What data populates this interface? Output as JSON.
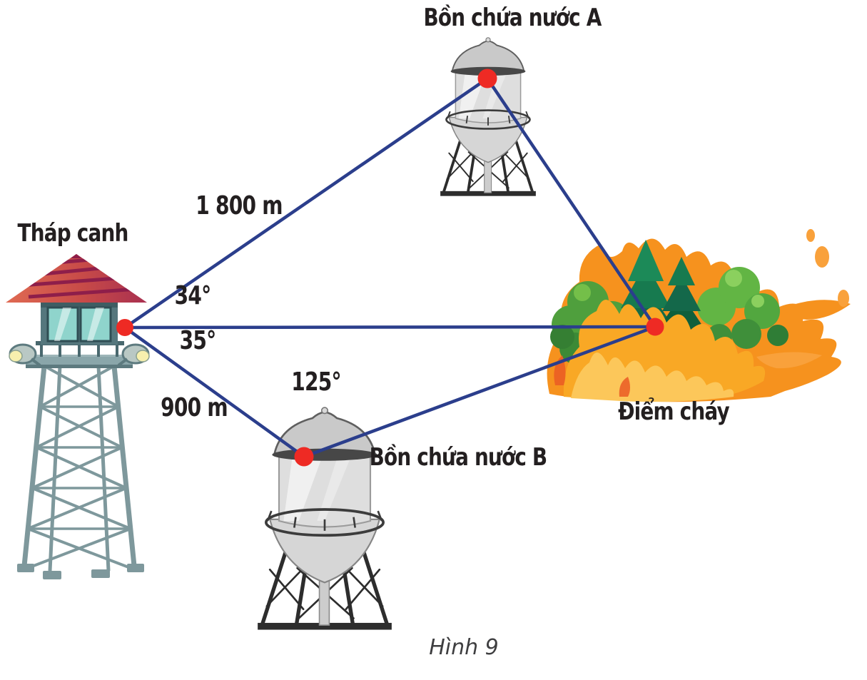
{
  "figure": {
    "caption": "Hình 9"
  },
  "labels": {
    "watchtower": "Tháp canh",
    "tank_a": "Bồn chứa nước A",
    "tank_b": "Bồn chứa nước B",
    "fire_point": "Điểm cháy"
  },
  "measurements": {
    "tower_to_tank_a_distance": "1 800 m",
    "tower_to_tank_b_distance": "900 m",
    "angle_at_tower_to_tank_a": "34°",
    "angle_at_tower_to_tank_b": "35°",
    "angle_at_tank_b": "125°"
  },
  "colors": {
    "sight_line": "#2b3e8c",
    "point_marker": "#ee2a24",
    "label_text": "#231f20"
  }
}
